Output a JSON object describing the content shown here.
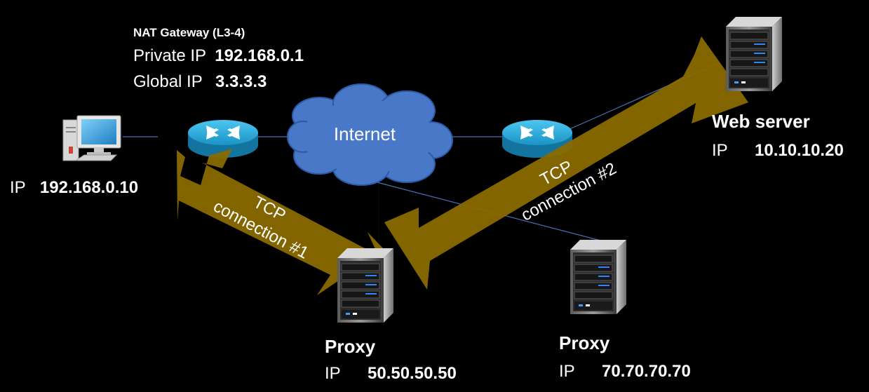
{
  "nat_gateway": {
    "title": "NAT Gateway (L3-4)",
    "private_ip_label": "Private IP",
    "private_ip": "192.168.0.1",
    "global_ip_label": "Global IP",
    "global_ip": "3.3.3.3"
  },
  "client": {
    "ip_label": "IP",
    "ip": "192.168.0.10"
  },
  "internet": {
    "label": "Internet"
  },
  "web_server": {
    "title": "Web server",
    "ip_label": "IP",
    "ip": "10.10.10.20"
  },
  "proxy_1": {
    "title": "Proxy",
    "ip_label": "IP",
    "ip": "50.50.50.50"
  },
  "proxy_2": {
    "title": "Proxy",
    "ip_label": "IP",
    "ip": "70.70.70.70"
  },
  "connection_1": {
    "line1": "TCP",
    "line2": "connection #1"
  },
  "connection_2": {
    "line1": "TCP",
    "line2": "connection #2"
  },
  "colors": {
    "background": "#000000",
    "arrow": "#8a6a00",
    "cloud": "#4a78c8",
    "router": "#1fa9d6",
    "link": "#4a6fb0"
  }
}
